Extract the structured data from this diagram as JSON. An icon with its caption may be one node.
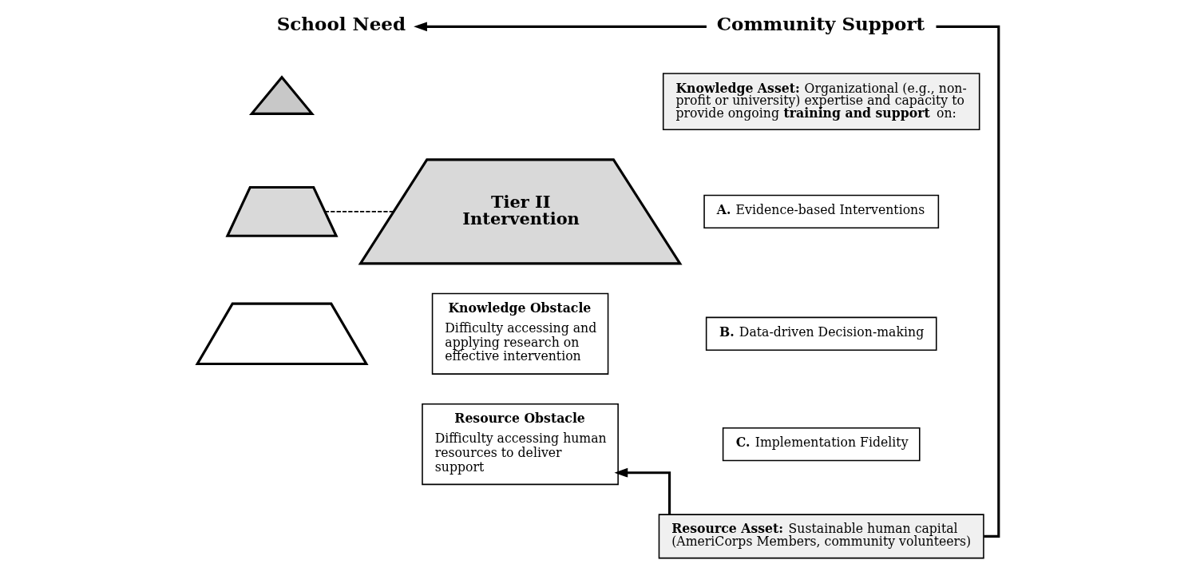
{
  "diagram": {
    "nodes": [
      {
        "text": [
          "School Need"
        ]
      },
      {
        "text": [
          "Community Support"
        ]
      },
      {
        "text": [],
        "shape": "triangle"
      },
      {
        "text": [],
        "shape": "trapezium"
      },
      {
        "text": [],
        "shape": "trapezium"
      },
      {
        "text": [
          "Tier II Intervention"
        ]
      },
      {
        "text": [
          "Knowledge Obstacle",
          "Difficulty accessing and applying research on effective intervention"
        ]
      },
      {
        "text": [
          "Resource Obstacle",
          "Difficulty accessing human resources to deliver support"
        ]
      },
      {
        "text": [
          "**Knowledge Asset:** Organizational (e.g., non-profit or university) expertise and capacity to provide ongoing **training and support** on:"
        ]
      },
      {
        "text": [
          "**A.** Evidence-based Interventions"
        ]
      },
      {
        "text": [
          "**B.** Data-driven Decision-making"
        ]
      },
      {
        "text": [
          "**C.** Implementation Fidelity"
        ]
      },
      {
        "text": [
          "**Resource Asset:** Sustainable human capital (AmeriCorps Members, community volunteers)"
        ]
      }
    ],
    "edges": [
      {
        "from": 1,
        "to": 0,
        "arrow": "to"
      },
      {
        "from": 1,
        "to": 12,
        "arrow": "none"
      },
      {
        "from": 12,
        "to": 7,
        "arrow": "to"
      },
      {
        "from": 3,
        "to": 5,
        "arrow": "none",
        "style": "dashed"
      }
    ]
  }
}
